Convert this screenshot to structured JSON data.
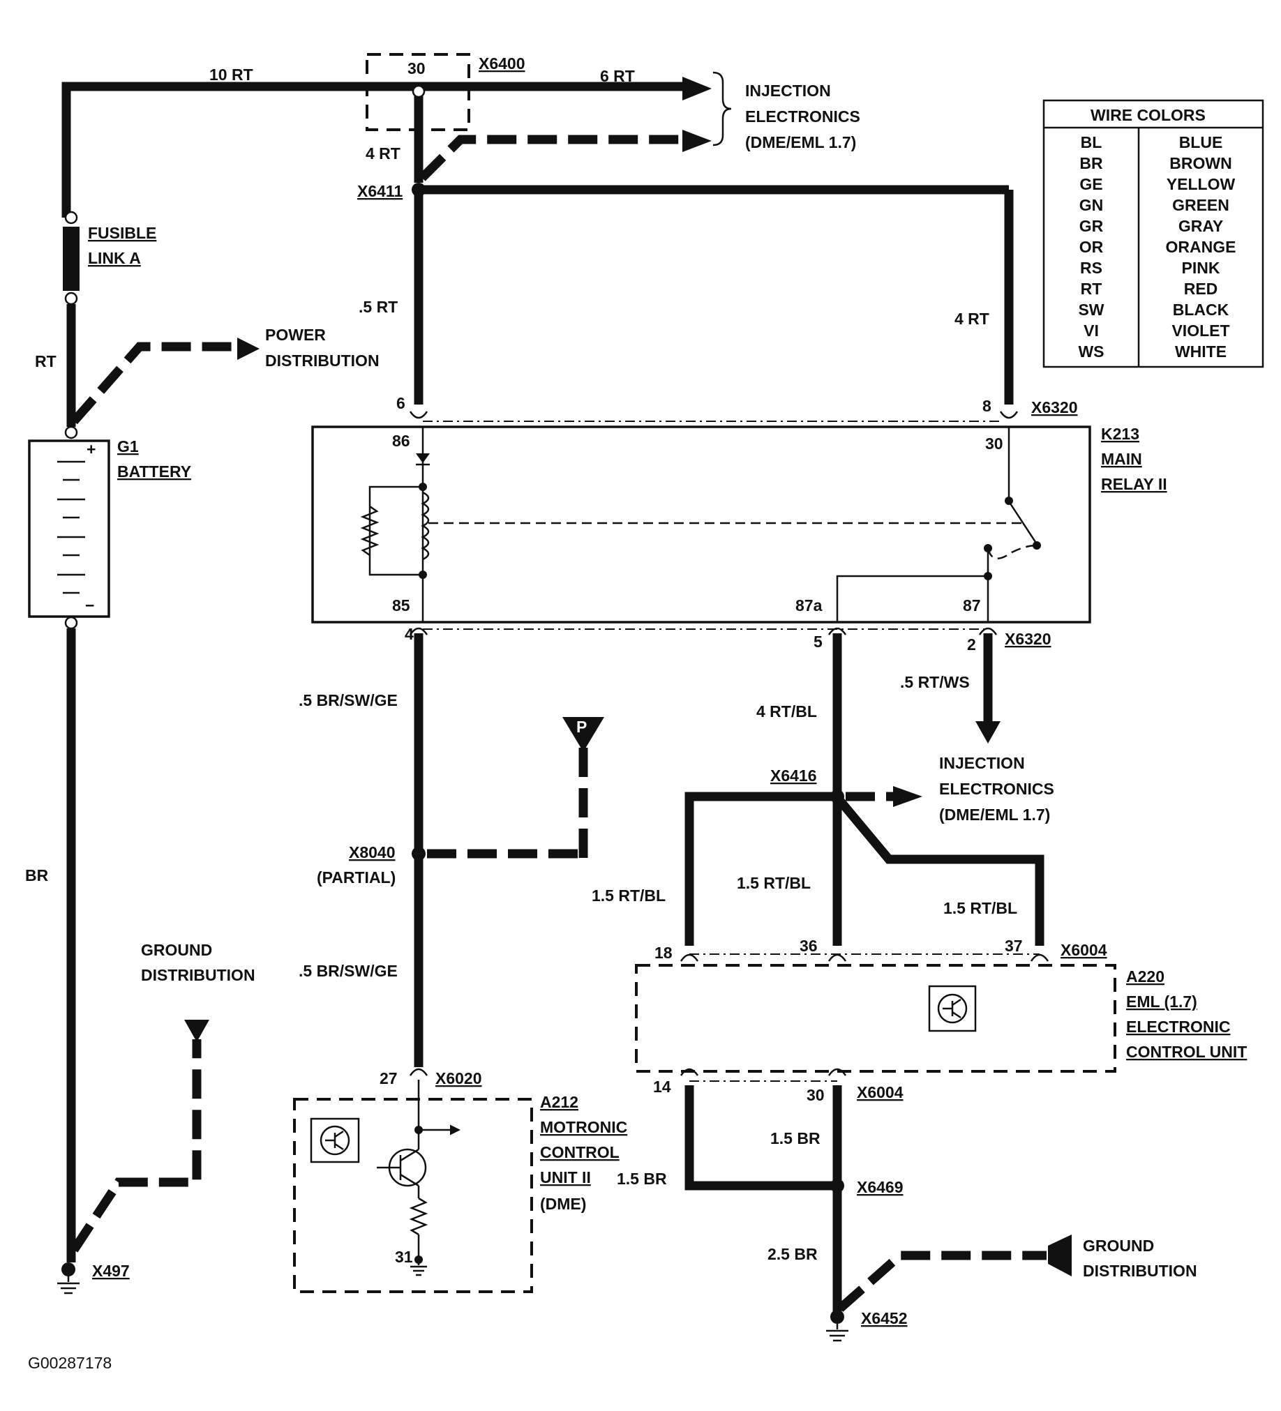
{
  "connectors": {
    "x6400": "X6400",
    "x6411": "X6411",
    "x6320_top": "X6320",
    "x6320_bottom": "X6320",
    "x6416": "X6416",
    "x8040": "X8040",
    "x8040_note": "(PARTIAL)",
    "x6020": "X6020",
    "x6004_top": "X6004",
    "x6004_bottom": "X6004",
    "x6469": "X6469",
    "x6452": "X6452",
    "x497": "X497"
  },
  "wires": {
    "w_10rt": "10 RT",
    "w_6rt": "6 RT",
    "w_4rt_a": "4 RT",
    "w_05rt": ".5 RT",
    "w_4rt_b": "4 RT",
    "w_rt": "RT",
    "w_br": "BR",
    "w_05brswge_a": ".5 BR/SW/GE",
    "w_05brswge_b": ".5 BR/SW/GE",
    "w_4rtbl": "4 RT/BL",
    "w_05rtws": ".5 RT/WS",
    "w_15rtbl_a": "1.5 RT/BL",
    "w_15rtbl_b": "1.5 RT/BL",
    "w_15rtbl_c": "1.5 RT/BL",
    "w_15br_a": "1.5 BR",
    "w_15br_b": "1.5 BR",
    "w_25br": "2.5 BR"
  },
  "pins": {
    "p30_top": "30",
    "p6": "6",
    "p8": "8",
    "p86": "86",
    "p30_relay": "30",
    "p85": "85",
    "p87a": "87a",
    "p87": "87",
    "p4": "4",
    "p5": "5",
    "p2": "2",
    "p18": "18",
    "p36": "36",
    "p37": "37",
    "p14": "14",
    "p30_eml": "30",
    "p27": "27",
    "p31": "31",
    "plus": "+",
    "minus": "−",
    "p_marker": "P"
  },
  "labels": {
    "inj1_l1": "INJECTION",
    "inj1_l2": "ELECTRONICS",
    "inj1_l3": "(DME/EML 1.7)",
    "inj2_l1": "INJECTION",
    "inj2_l2": "ELECTRONICS",
    "inj2_l3": "(DME/EML 1.7)",
    "fusible_l1": "FUSIBLE",
    "fusible_l2": "LINK A",
    "power_l1": "POWER",
    "power_l2": "DISTRIBUTION",
    "battery_l1": "G1",
    "battery_l2": "BATTERY",
    "relay_l1": "K213",
    "relay_l2": "MAIN",
    "relay_l3": "RELAY II",
    "gnd1_l1": "GROUND",
    "gnd1_l2": "DISTRIBUTION",
    "gnd2_l1": "GROUND",
    "gnd2_l2": "DISTRIBUTION",
    "a212_l1": "A212",
    "a212_l2": "MOTRONIC",
    "a212_l3": "CONTROL",
    "a212_l4": "UNIT II",
    "a212_l5": "(DME)",
    "a220_l1": "A220",
    "a220_l2": "EML (1.7)",
    "a220_l3": "ELECTRONIC",
    "a220_l4": "CONTROL UNIT",
    "figure_id": "G00287178"
  },
  "legend": {
    "title": "WIRE COLORS",
    "rows": [
      {
        "code": "BL",
        "color": "BLUE"
      },
      {
        "code": "BR",
        "color": "BROWN"
      },
      {
        "code": "GE",
        "color": "YELLOW"
      },
      {
        "code": "GN",
        "color": "GREEN"
      },
      {
        "code": "GR",
        "color": "GRAY"
      },
      {
        "code": "OR",
        "color": "ORANGE"
      },
      {
        "code": "RS",
        "color": "PINK"
      },
      {
        "code": "RT",
        "color": "RED"
      },
      {
        "code": "SW",
        "color": "BLACK"
      },
      {
        "code": "VI",
        "color": "VIOLET"
      },
      {
        "code": "WS",
        "color": "WHITE"
      }
    ]
  },
  "colors": {
    "ink": "#111111",
    "paper": "#ffffff"
  }
}
